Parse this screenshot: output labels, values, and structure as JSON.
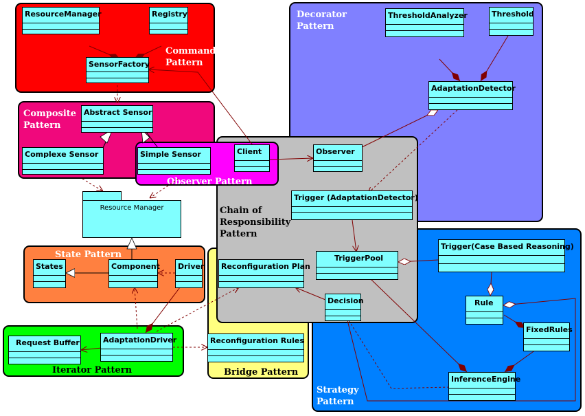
{
  "patterns": {
    "command": "Command\nPattern",
    "composite": "Composite\nPattern",
    "observer": "Observer Pattern",
    "decorator": "Decorator\nPattern",
    "chain": "Chain of\nResponsibility\nPattern",
    "state": "State Pattern",
    "iterator": "Iterator Pattern",
    "bridge": "Bridge Pattern",
    "strategy": "Strategy\nPattern"
  },
  "classes": {
    "resource_manager_cls": "ResourceManager",
    "registry": "Registry",
    "sensor_factory": "SensorFactory",
    "abstract_sensor": "Abstract Sensor",
    "complexe_sensor": "Complexe Sensor",
    "simple_sensor": "Simple Sensor",
    "client": "Client",
    "observer": "Observer",
    "threshold_analyzer": "ThresholdAnalyzer",
    "threshold": "Threshold",
    "adaptation_detector": "AdaptationDetector",
    "trigger_ad": "Trigger (AdaptationDetector)",
    "resource_manager_pkg": "Resource Manager",
    "states": "States",
    "component": "Component",
    "driver": "Driver",
    "reconfiguration_plan": "Reconfiguration Plan",
    "trigger_pool": "TriggerPool",
    "decision": "Decision",
    "trigger_cbr": "Trigger(Case Based Reasoning)",
    "rule": "Rule",
    "fixed_rules": "FixedRules",
    "inference_engine": "InferenceEngine",
    "request_buffer": "Request Buffer",
    "adaptation_driver": "AdaptationDriver",
    "reconfiguration_rules": "Reconfiguration Rules"
  },
  "colors": {
    "command": "#ff0000",
    "composite": "#f0087c",
    "observer": "#ff00ff",
    "decorator": "#8080ff",
    "chain": "#c0c0c0",
    "state": "#ff8040",
    "iterator": "#00ff00",
    "bridge": "#ffff80",
    "strategy": "#0080ff",
    "class_fill": "#80ffff",
    "link": "#800000"
  }
}
